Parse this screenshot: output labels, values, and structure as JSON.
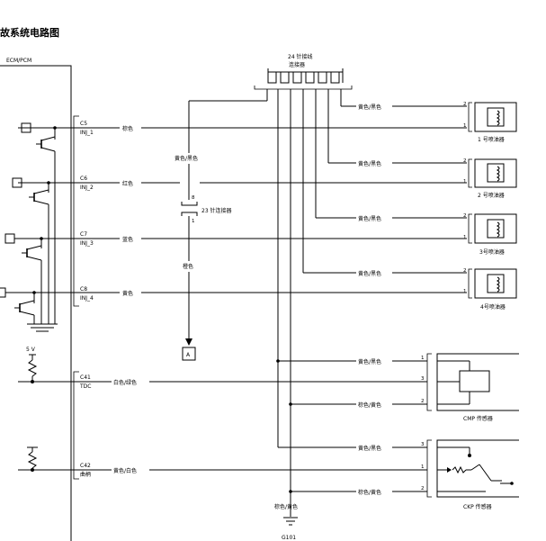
{
  "title": "故系统电路图",
  "ecm_label": "ECM/PCM",
  "pins": [
    {
      "pin": "C5",
      "name": "INJ_1",
      "wire": "棕色"
    },
    {
      "pin": "C6",
      "name": "INJ_2",
      "wire": "红色"
    },
    {
      "pin": "C7",
      "name": "INJ_3",
      "wire": "蓝色"
    },
    {
      "pin": "C8",
      "name": "INJ_4",
      "wire": "黄色"
    },
    {
      "pin": "C41",
      "name": "TDC",
      "wire": "白色/绿色"
    },
    {
      "pin": "C42",
      "name": "曲柄",
      "wire": "黄色/白色"
    }
  ],
  "supply_label": "5 V",
  "connector24_line1": "24 针接线",
  "connector24_line2": "连接器",
  "connector23_label": "23 针连接器",
  "connector23_pin_top": "8",
  "connector23_pin_bottom": "1",
  "vertical_wire_top": "黄色/黑色",
  "vertical_wire_bottom": "橙色",
  "ref_box": "A",
  "injectors": [
    {
      "label": "1 号喷油器",
      "wire": "黄色/黑色",
      "pin_top": "2",
      "pin_bottom": "1"
    },
    {
      "label": "2 号喷油器",
      "wire": "黄色/黑色",
      "pin_top": "2",
      "pin_bottom": "1"
    },
    {
      "label": "3号喷油器",
      "wire": "黄色/黑色",
      "pin_top": "2",
      "pin_bottom": "1"
    },
    {
      "label": "4号喷油器",
      "wire": "黄色/黑色",
      "pin_top": "2",
      "pin_bottom": "1"
    }
  ],
  "cmp": {
    "label": "CMP 传感器",
    "wires": [
      "黄色/黑色",
      "棕色/黄色"
    ],
    "pins": [
      "1",
      "3",
      "2"
    ]
  },
  "ckp": {
    "label": "CKP 传感器",
    "wires": [
      "黄色/黑色",
      "棕色/黄色"
    ],
    "pins": [
      "3",
      "1",
      "2"
    ]
  },
  "ground_wire": "棕色/黄色",
  "ground_label": "G101"
}
